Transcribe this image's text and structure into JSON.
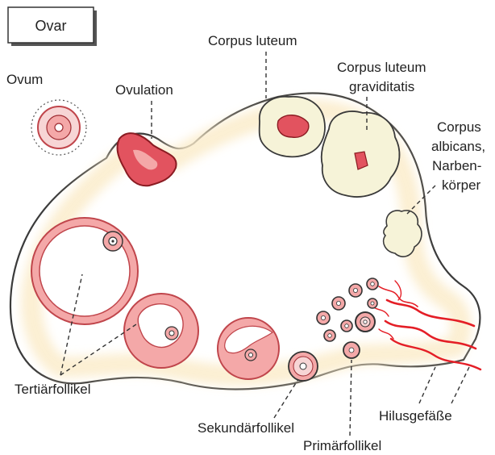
{
  "title": "Ovar",
  "labels": {
    "ovum": "Ovum",
    "ovulation": "Ovulation",
    "corpus_luteum": "Corpus luteum",
    "corpus_luteum_graviditatis_1": "Corpus luteum",
    "corpus_luteum_graviditatis_2": "graviditatis",
    "corpus_albicans_1": "Corpus",
    "corpus_albicans_2": "albicans,",
    "corpus_albicans_3": "Narben-",
    "corpus_albicans_4": "körper",
    "tertiaerfollikel": "Tertiärfollikel",
    "sekundaerfollikel": "Sekundärfollikel",
    "primaerfollikel": "Primärfollikel",
    "hilusgefaesse": "Hilusgefäße"
  },
  "colors": {
    "ovary_outline": "#3a3a3a",
    "ovary_fill": "#ffffff",
    "cortex_glow": "#fbeccb",
    "follicle_pink": "#f4a8a8",
    "follicle_outline": "#c0454b",
    "ovulation_red": "#e2535f",
    "corpus_luteum_fill": "#f6f3d8",
    "corpus_luteum_center": "#e2535f",
    "hilus_red": "#e41e26"
  }
}
